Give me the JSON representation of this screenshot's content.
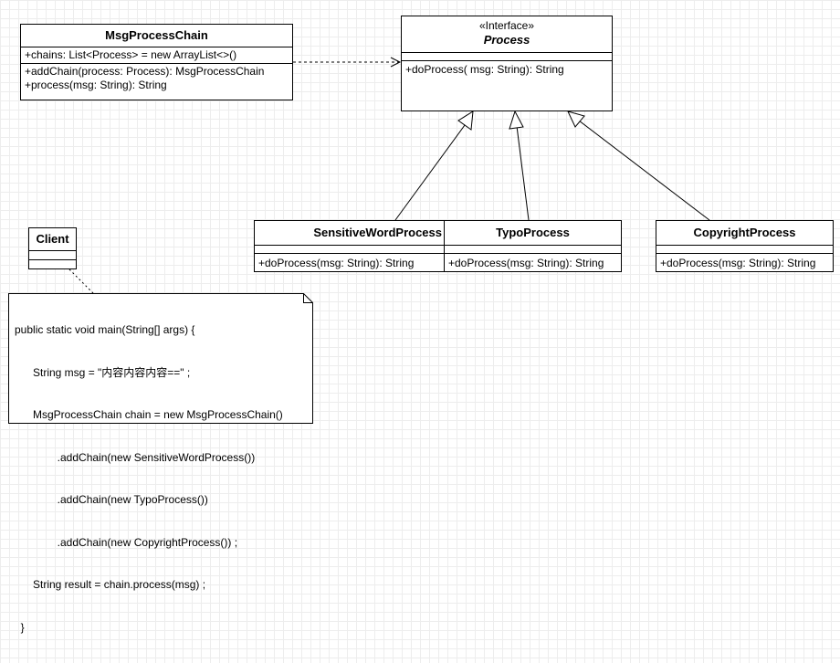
{
  "classes": {
    "msg_process_chain": {
      "name": "MsgProcessChain",
      "attributes": [
        "+chains: List<Process> =  new ArrayList<>()"
      ],
      "operations": [
        "+addChain(process: Process): MsgProcessChain",
        "+process(msg: String): String"
      ]
    },
    "process": {
      "stereotype": "«Interface»",
      "name": "Process",
      "operations": [
        "+doProcess( msg: String): String"
      ]
    },
    "sensitive_word_process": {
      "name": "SensitiveWordProcess",
      "operations": [
        "+doProcess(msg: String): String"
      ]
    },
    "typo_process": {
      "name": "TypoProcess",
      "operations": [
        "+doProcess(msg: String): String"
      ]
    },
    "copyright_process": {
      "name": "CopyrightProcess",
      "operations": [
        "+doProcess(msg: String): String"
      ]
    },
    "client": {
      "name": "Client"
    }
  },
  "note": {
    "lines": [
      "public static void main(String[] args) {",
      "      String msg = \"内容内容内容==\" ;",
      "      MsgProcessChain chain = new MsgProcessChain()",
      "              .addChain(new SensitiveWordProcess())",
      "              .addChain(new TypoProcess())",
      "              .addChain(new CopyrightProcess()) ;",
      "      String result = chain.process(msg) ;",
      "  }"
    ]
  },
  "relations": [
    {
      "type": "dependency",
      "from": "MsgProcessChain",
      "to": "Process"
    },
    {
      "type": "realization",
      "from": "SensitiveWordProcess",
      "to": "Process"
    },
    {
      "type": "realization",
      "from": "TypoProcess",
      "to": "Process"
    },
    {
      "type": "realization",
      "from": "CopyrightProcess",
      "to": "Process"
    },
    {
      "type": "note-anchor",
      "from": "Client",
      "to": "note"
    }
  ]
}
